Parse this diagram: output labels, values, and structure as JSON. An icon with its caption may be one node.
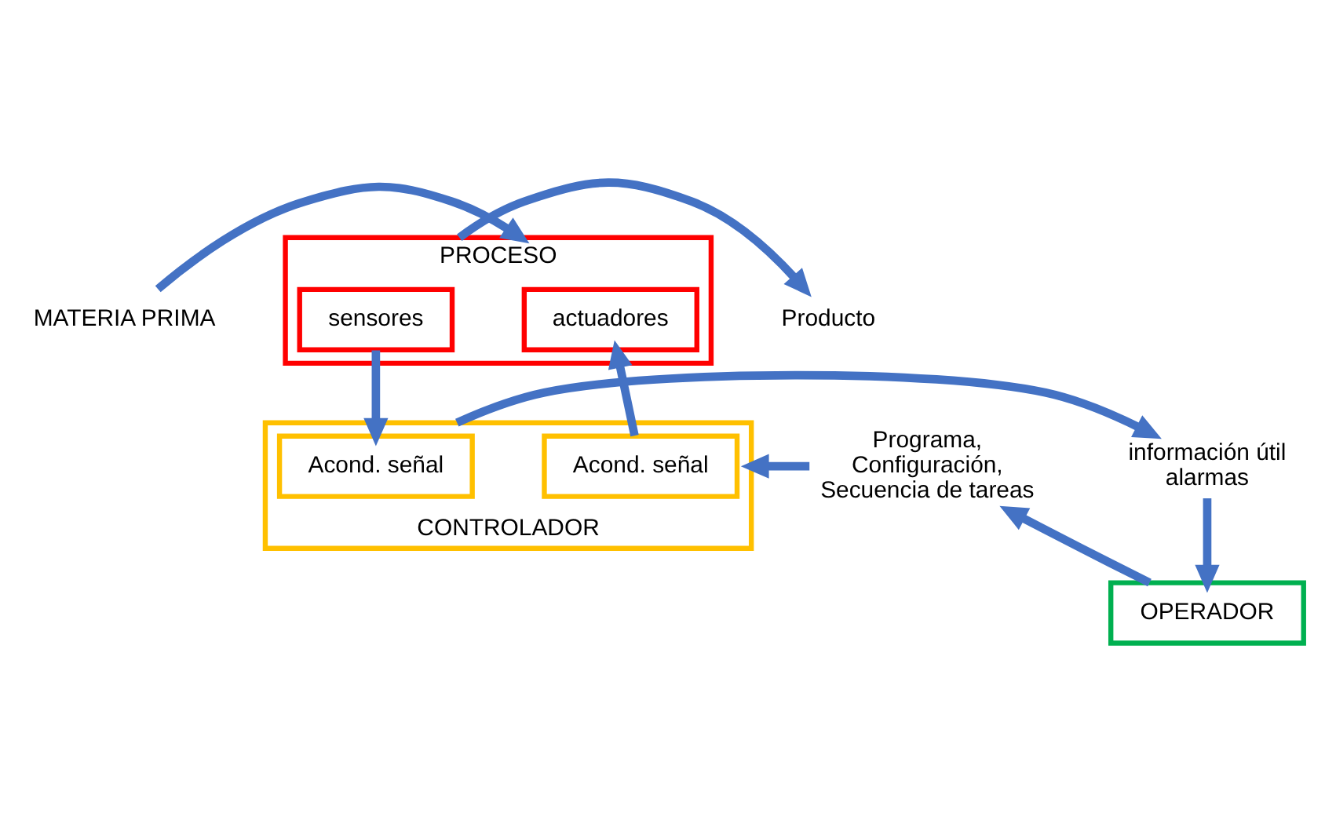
{
  "diagram": {
    "nodes": [
      {
        "text": [
          "MATERIA PRIMA"
        ]
      },
      {
        "text": [
          "PROCESO"
        ]
      },
      {
        "text": [
          "actuadores"
        ],
        "in": 1
      },
      {
        "text": [
          "sensores"
        ],
        "in": 1
      },
      {
        "text": [
          "Producto"
        ]
      },
      {
        "text": [
          "Programa,",
          "Configuración,",
          "Secuencia de tareas"
        ]
      },
      {
        "text": [
          "CONTROLADOR"
        ]
      },
      {
        "text": [
          "Acond. señal"
        ],
        "in": 6
      },
      {
        "text": [
          "Acond. señal"
        ],
        "in": 6
      },
      {
        "text": [
          "información útil",
          "alarmas"
        ]
      },
      {
        "text": [
          "OPERADOR"
        ]
      }
    ],
    "edges": [
      {
        "from": 0,
        "to": 1,
        "arrow": "to"
      },
      {
        "from": 1,
        "to": 4,
        "arrow": "to"
      },
      {
        "from": 7,
        "to": 2,
        "arrow": "to"
      },
      {
        "from": 3,
        "to": 8,
        "arrow": "to"
      },
      {
        "from": 5,
        "to": 6,
        "arrow": "to"
      },
      {
        "from": 6,
        "to": 9,
        "arrow": "to"
      },
      {
        "from": 9,
        "to": 10,
        "arrow": "to"
      },
      {
        "from": 10,
        "to": 5,
        "arrow": "to"
      }
    ]
  }
}
